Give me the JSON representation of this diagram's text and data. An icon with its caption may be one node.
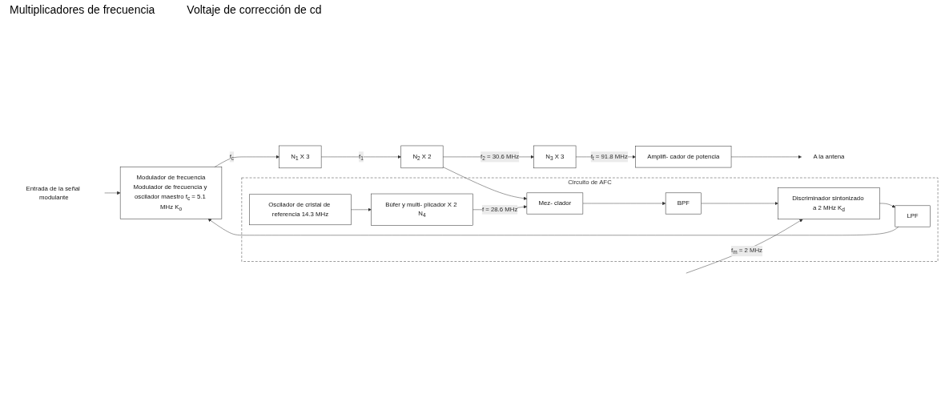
{
  "diagram": {
    "nodes": [
      {
        "text": [
          "Entrada de la señal modulante"
        ]
      },
      {
        "text": [
          "Modulador de frecuencia",
          "Modulador de frecuencia y oscilador maestro f$_{c}$ = 5.1 MHz K$_{o}$"
        ]
      },
      {
        "text": [
          "N$_{1}$ X 3"
        ]
      },
      {
        "text": [
          "N$_{2}$ X 2"
        ]
      },
      {
        "text": [
          "N$_{3}$ X 3"
        ]
      },
      {
        "text": [
          "Amplifi- cador de potencia"
        ]
      },
      {
        "text": [
          "A la antena"
        ]
      },
      {
        "text": [
          "Circuito de AFC"
        ]
      },
      {
        "text": [
          "LPF"
        ],
        "in": 7
      },
      {
        "text": [
          "Discriminador sintonizado a 2 MHz K$_{d}$"
        ],
        "in": 7
      },
      {
        "text": [
          "BPF"
        ],
        "in": 7
      },
      {
        "text": [
          "Mez- clador"
        ],
        "in": 7
      },
      {
        "text": [
          "Oscilador de cristal de referencia 14.3 MHz"
        ],
        "in": 7
      },
      {
        "text": [
          "Búfer y multi- plicador X 2 N$_{4}$"
        ],
        "in": 7
      }
    ],
    "edges": [
      {
        "from": 0,
        "to": 1,
        "arrow": "to"
      },
      {
        "from": 1,
        "to": 2,
        "arrow": "to",
        "label": "f$_{c}$"
      },
      {
        "from": 2,
        "to": 3,
        "arrow": "to",
        "label": "f$_{1}$"
      },
      {
        "from": 3,
        "to": 4,
        "arrow": "to",
        "label": "f$_{2}$ = 30.6 MHz"
      },
      {
        "from": 4,
        "to": 5,
        "arrow": "to",
        "label": "f$_{t}$ = 91.8 MHz"
      },
      {
        "from": 5,
        "to": 6,
        "arrow": "to"
      },
      {
        "from": 3,
        "to": 11,
        "arrow": "to"
      },
      {
        "from": 11,
        "to": 10,
        "arrow": "to"
      },
      {
        "from": 10,
        "to": 9,
        "arrow": "to"
      },
      {
        "from": null,
        "to": 9,
        "arrow": "to",
        "label": "f$_{m}$ = 2 MHz"
      },
      {
        "from": 9,
        "to": 8,
        "arrow": "to"
      },
      {
        "from": 8,
        "to": 1,
        "arrow": "to"
      },
      {
        "from": 12,
        "to": 13,
        "arrow": "to"
      },
      {
        "from": 13,
        "to": 11,
        "arrow": "to",
        "label": "f = 28.6 MHz"
      }
    ],
    "labels": [
      "Multiplicadores de frecuencia",
      "Voltaje de corrección de cd"
    ]
  }
}
